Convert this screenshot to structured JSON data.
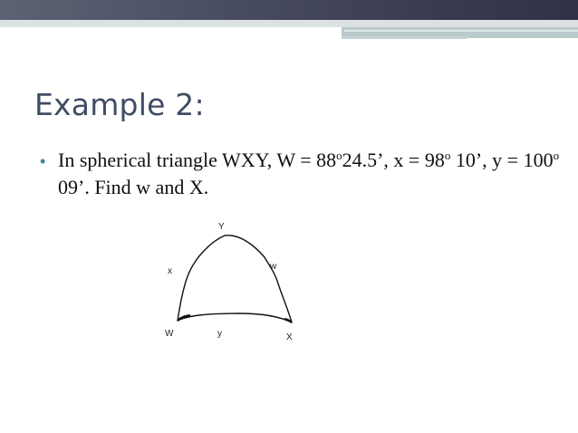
{
  "slide": {
    "title": "Example 2:",
    "bullet": "•",
    "text": {
      "t1": "In spherical triangle WXY, W = 88",
      "deg1": "o",
      "t2": "24.5’, x = 98",
      "deg2": "o",
      "t3": " 10’, y = 100",
      "deg3": "o",
      "t4": " 09’. Find w and X."
    }
  },
  "figure": {
    "labels": {
      "vertex_y": "Y",
      "side_x": "x",
      "side_w": "w",
      "vertex_w": "W",
      "side_y": "y",
      "vertex_x": "X"
    }
  },
  "colors": {
    "topbar_dark": "#3f4258",
    "title_color": "#3f4d64",
    "bullet_color": "#3a8a95"
  }
}
